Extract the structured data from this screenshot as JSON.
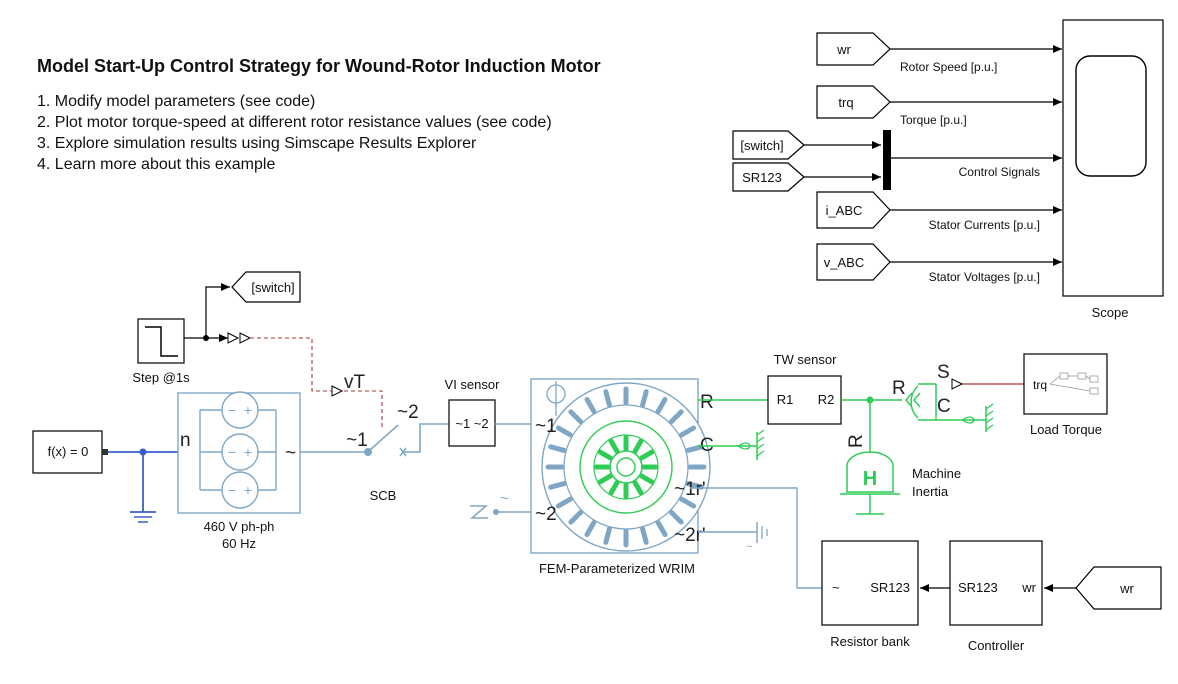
{
  "title": "Model Start-Up Control Strategy for Wound-Rotor Induction Motor",
  "steps": [
    "1. Modify model parameters (see code)",
    "2. Plot motor torque-speed at different rotor resistance values (see code)",
    "3. Explore simulation results using Simscape Results Explorer",
    "4. Learn more about this example"
  ],
  "colors": {
    "physical": "#7fa7c5",
    "mechanical": "#2fcc55",
    "electrical_ref": "#3a5fcd",
    "signal_dash": "#a33a3a"
  },
  "scope": {
    "goto_tags": [
      "wr",
      "trq",
      "i_ABC",
      "v_ABC"
    ],
    "inputs": [
      "Rotor Speed [p.u.]",
      "Torque [p.u.]",
      "Control Signals",
      "Stator Currents [p.u.]",
      "Stator Voltages [p.u.]"
    ],
    "label": "Scope",
    "from_switch": "[switch]",
    "from_sr123": "SR123"
  },
  "blocks": {
    "switch_goto": "[switch]",
    "step_label": "Step @1s",
    "solver": "f(x) = 0",
    "source_label_1": "460 V ph-ph",
    "source_label_2": "60 Hz",
    "n_port": "n",
    "tilde": "~",
    "vt": "vT",
    "scb_port_1": "~1",
    "scb_port_2": "~2",
    "scb": "SCB",
    "vi_sensor": "VI sensor",
    "vi_ports": "~1 ~2",
    "motor_r": "R",
    "motor_c": "C",
    "motor_p1": "~1",
    "motor_p2": "~2",
    "motor_p1r": "~1r'",
    "motor_p2r": "~2r'",
    "motor": "FEM-Parameterized WRIM",
    "tw_sensor": "TW sensor",
    "r1": "R1",
    "r2": "R2",
    "src_r": "R",
    "src_s": "S",
    "src_c": "C",
    "inertia_r": "R",
    "inertia_h": "H",
    "inertia_label_1": "Machine",
    "inertia_label_2": "Inertia",
    "load_trq": "trq",
    "load_label": "Load Torque",
    "rb_tilde": "~",
    "rb_sr123": "SR123",
    "rb_label": "Resistor bank",
    "ctrl_sr123": "SR123",
    "ctrl_wr": "wr",
    "ctrl_label": "Controller",
    "ctrl_from": "wr"
  }
}
